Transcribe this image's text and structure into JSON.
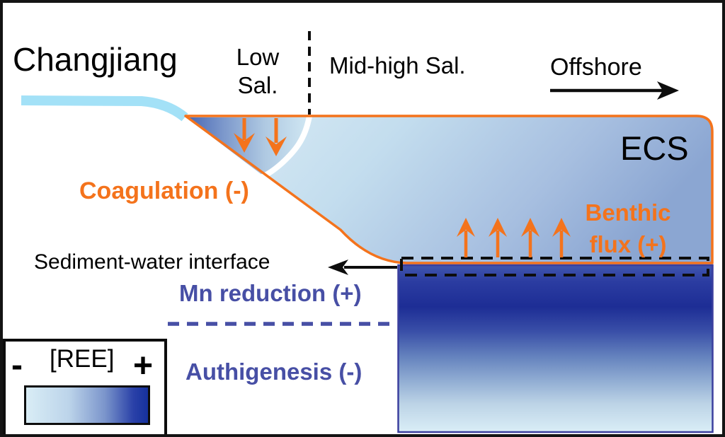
{
  "figure": {
    "region_labels": {
      "river_name": "Changjiang",
      "low_salinity": "Low\nSal.",
      "mid_high_salinity": "Mid-high Sal.",
      "offshore": "Offshore",
      "sea_name": "ECS"
    },
    "process_labels": {
      "coagulation": "Coagulation (-)",
      "benthic_flux": "Benthic\nflux (+)",
      "sediment_water_interface": "Sediment-water interface",
      "mn_reduction": "Mn reduction (+)",
      "authigenesis": "Authigenesis (-)"
    },
    "legend": {
      "minus_symbol": "-",
      "quantity": "[REE]",
      "plus_symbol": "+"
    },
    "colors": {
      "process_orange": "#F4731C",
      "sediment_purple_text": "#474FA5",
      "label_black": "#000000",
      "river_blue": "#A3E1F7",
      "water_gradient_light": "#DCEDF6",
      "water_gradient_steel": "#8BA6D2",
      "plume_dark_blue": "#4765B3",
      "sediment_dark_navy": "#1D2D95",
      "sediment_light_bottom": "#DAEEF7",
      "legend_scale_light": "#D9EDF6",
      "legend_scale_dark": "#16319E"
    }
  }
}
